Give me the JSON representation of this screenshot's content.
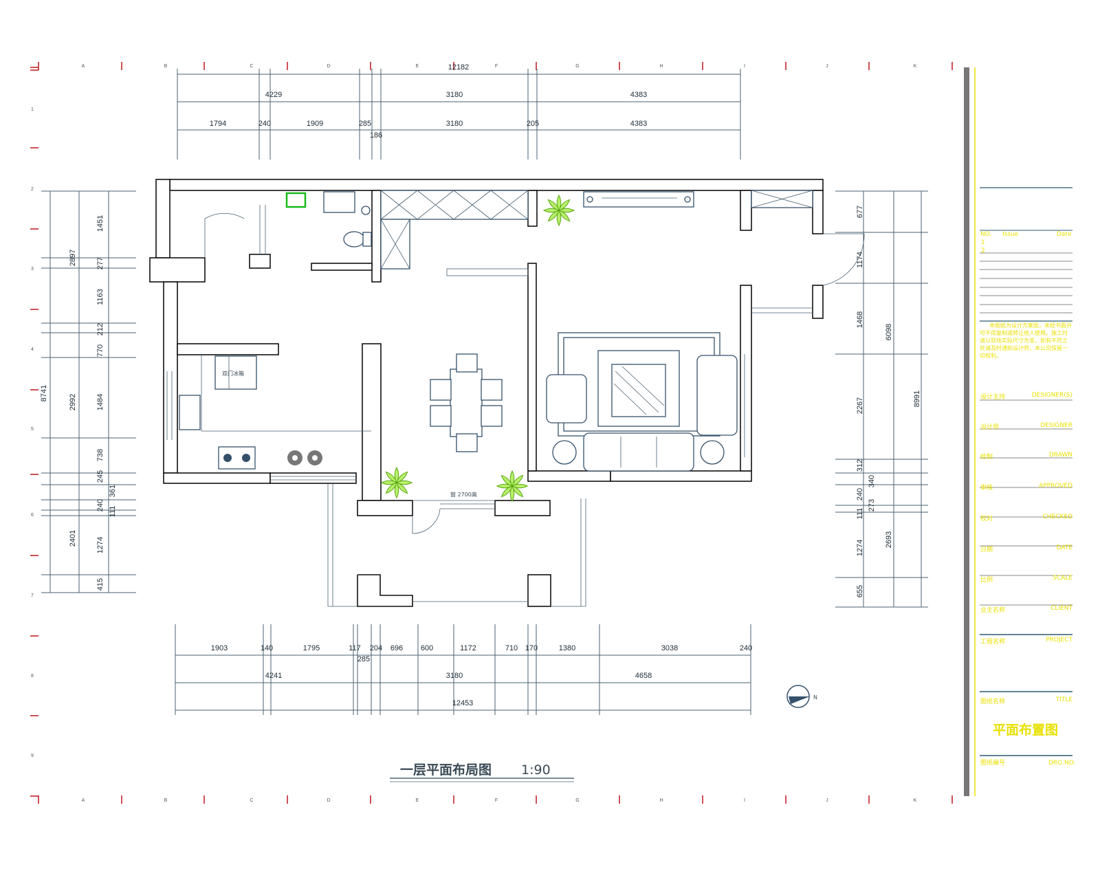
{
  "grid": {
    "columns": [
      "A",
      "B",
      "C",
      "D",
      "E",
      "F",
      "G",
      "H",
      "I",
      "J",
      "K"
    ],
    "rows": [
      "1",
      "2",
      "3",
      "4",
      "5",
      "6",
      "7",
      "8",
      "9"
    ]
  },
  "dimensions": {
    "top_total": "12182",
    "top_mid": [
      "4229",
      "3180",
      "4383"
    ],
    "top_detail": [
      "1794",
      "240",
      "1909",
      "285",
      "3180",
      "205",
      "4383",
      "186"
    ],
    "bottom_detail": [
      "1903",
      "140",
      "1795",
      "117",
      "204",
      "696",
      "600",
      "1172",
      "710",
      "170",
      "1380",
      "3038",
      "240",
      "285"
    ],
    "bottom_mid": [
      "4241",
      "3180",
      "4658"
    ],
    "bottom_total": "12453",
    "left_total": "8741",
    "left_mid": [
      "2897",
      "2992",
      "2401"
    ],
    "left_detail": [
      "1451",
      "277",
      "1163",
      "212",
      "770",
      "1484",
      "738",
      "245",
      "240",
      "1274",
      "415",
      "361",
      "111"
    ],
    "right_detail": [
      "677",
      "1174",
      "1468",
      "2267",
      "312",
      "240",
      "111",
      "1274",
      "655",
      "340",
      "273"
    ],
    "right_mid": [
      "6098",
      "2693"
    ],
    "right_total": "8991"
  },
  "plan": {
    "fridge_label": "双门冰箱",
    "window_note": "窗 2700高",
    "compass_label": "N",
    "title": "一层平面布局图",
    "scale": "1:90"
  },
  "title_block": {
    "revision_headers": [
      "NO.",
      "Issue",
      "Date"
    ],
    "revision_marks": [
      "1",
      "2"
    ],
    "notes": "本图纸为设计方案图，未经书面许可不得复制或转让他人使用。施工时请以现场实际尺寸为准，如有不符之处请及时通知设计师，本公司保留一切权利。",
    "fields": [
      {
        "cn": "设计主持",
        "en": "DESIGNER(S)"
      },
      {
        "cn": "设计师",
        "en": "DESIGNER"
      },
      {
        "cn": "绘制",
        "en": "DRAWN"
      },
      {
        "cn": "审核",
        "en": "APPROVED"
      },
      {
        "cn": "校对",
        "en": "CHECKED"
      },
      {
        "cn": "日期",
        "en": "DATE"
      },
      {
        "cn": "比例",
        "en": "SCALE"
      },
      {
        "cn": "业主名称",
        "en": "CLIENT"
      },
      {
        "cn": "工程名称",
        "en": "PROJECT"
      },
      {
        "cn": "图纸名称",
        "en": "TITLE"
      }
    ],
    "drawing_title": "平面布置图",
    "drawing_no": {
      "cn": "图纸编号",
      "en": "DRG.NO."
    }
  },
  "colors": {
    "wall": "#111111",
    "dimension": "#4a6070",
    "furniture": "#34506a",
    "plant": "#7ccf2a",
    "titleblock": "#e8e000",
    "gridtick": "#c0141c"
  }
}
